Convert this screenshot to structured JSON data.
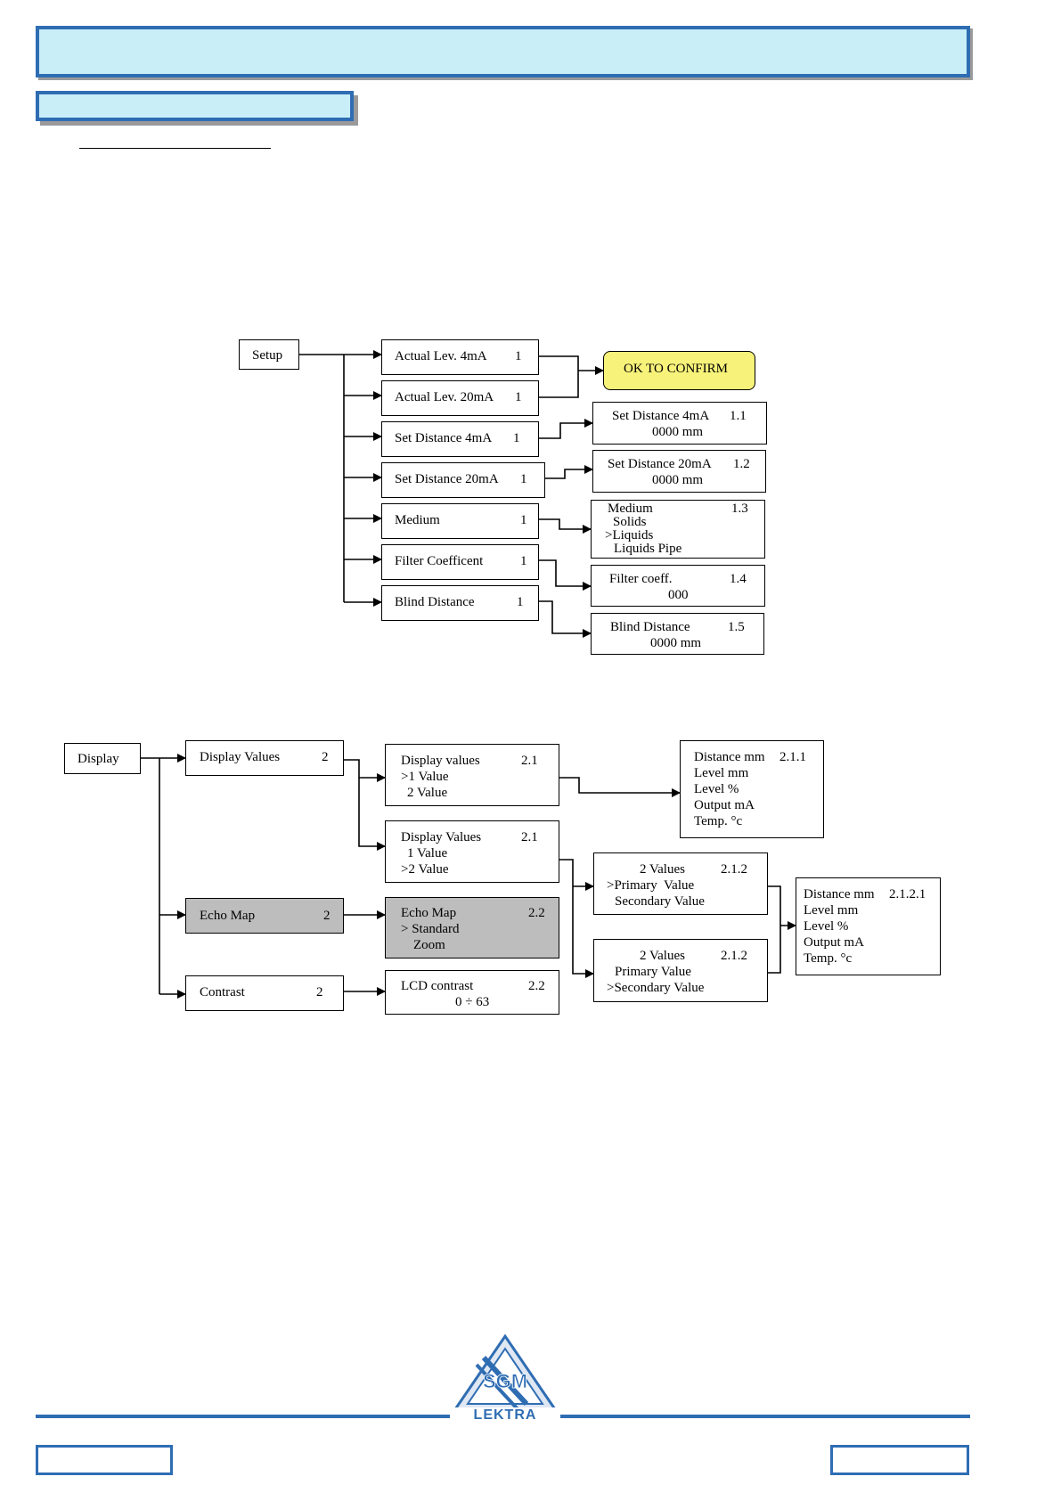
{
  "header": {
    "title": "",
    "section": ""
  },
  "setup_tree": {
    "root": "Setup",
    "items": [
      {
        "label": "Actual Lev. 4mA",
        "code": "1"
      },
      {
        "label": "Actual Lev. 20mA",
        "code": "1"
      },
      {
        "label": "Set Distance 4mA",
        "code": "1"
      },
      {
        "label": "Set Distance 20mA",
        "code": "1"
      },
      {
        "label": "Medium",
        "code": "1"
      },
      {
        "label": "Filter Coefficent",
        "code": "1"
      },
      {
        "label": "Blind Distance",
        "code": "1"
      }
    ],
    "confirm": "OK TO CONFIRM",
    "details": [
      {
        "title": "Set Distance 4mA",
        "code": "1.1",
        "lines": [
          "0000 mm"
        ]
      },
      {
        "title": "Set Distance 20mA",
        "code": "1.2",
        "lines": [
          "0000 mm"
        ]
      },
      {
        "title": "Medium",
        "code": "1.3",
        "lines": [
          "Solids",
          ">Liquids",
          "Liquids Pipe"
        ]
      },
      {
        "title": "Filter coeff.",
        "code": "1.4",
        "lines": [
          "000"
        ]
      },
      {
        "title": "Blind Distance",
        "code": "1.5",
        "lines": [
          "0000 mm"
        ]
      }
    ]
  },
  "display_tree": {
    "root": "Display",
    "items": [
      {
        "label": "Display Values",
        "code": "2"
      },
      {
        "label": "Echo Map",
        "code": "2"
      },
      {
        "label": "Contrast",
        "code": "2"
      }
    ],
    "sub": [
      {
        "title": "Display values",
        "code": "2.1",
        "lines": [
          ">1 Value",
          "2 Value"
        ]
      },
      {
        "title": "Display Values",
        "code": "2.1",
        "lines": [
          "1 Value",
          ">2 Value"
        ]
      },
      {
        "title": "Echo Map",
        "code": "2.2",
        "lines": [
          "> Standard",
          "Zoom"
        ]
      },
      {
        "title": "LCD contrast",
        "code": "2.2",
        "lines": [
          "0 ÷ 63"
        ]
      }
    ],
    "two_values": [
      {
        "title": "2 Values",
        "code": "2.1.2",
        "lines": [
          ">Primary  Value",
          "Secondary Value"
        ]
      },
      {
        "title": "2 Values",
        "code": "2.1.2",
        "lines": [
          "Primary Value",
          ">Secondary Value"
        ]
      }
    ],
    "list_a": {
      "title": "Distance mm",
      "code": "2.1.1",
      "lines": [
        "Level mm",
        "Level %",
        "Output mA",
        "Temp. °c"
      ]
    },
    "list_b": {
      "title": "Distance mm",
      "code": "2.1.2.1",
      "lines": [
        "Level mm",
        "Level %",
        "Output mA",
        "Temp. °c"
      ]
    }
  },
  "footer": {
    "logo_text": "LEKTRA",
    "logo_letters": "SGM",
    "left_box": "",
    "right_box": ""
  },
  "colors": {
    "accent": "#2f6db3",
    "header_fill": "#c9eef8",
    "confirm_fill": "#f7f27a",
    "grey_fill": "#bdbdbd"
  }
}
